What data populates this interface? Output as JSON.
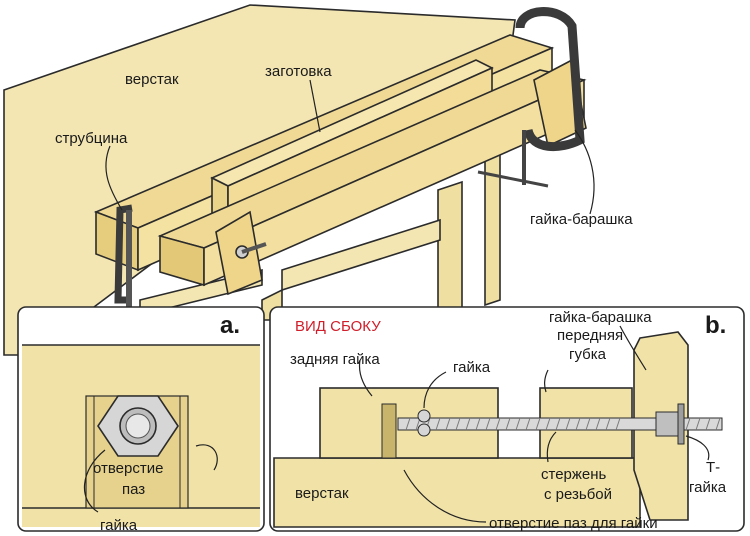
{
  "main_view": {
    "labels": {
      "workbench": "верстак",
      "workpiece": "заготовка",
      "clamp": "струбцина",
      "wing_nut": "гайка-барашка"
    }
  },
  "panel_a": {
    "letter": "a.",
    "labels": {
      "hole_slot_line1": "отверстие",
      "hole_slot_line2": "паз",
      "nut": "гайка"
    }
  },
  "panel_b": {
    "letter": "b.",
    "title": "ВИД СБОКУ",
    "labels": {
      "rear_nut": "задняя гайка",
      "nut": "гайка",
      "wing_nut": "гайка-барашка",
      "front_jaw_line1": "передняя",
      "front_jaw_line2": "губка",
      "workbench": "верстак",
      "rod_line1": "стержень",
      "rod_line2": "с резьбой",
      "t_nut_line1": "Т-",
      "t_nut_line2": "гайка",
      "hole_slot_for_nut": "отверстие паз для гайки"
    }
  },
  "colors": {
    "wood": "#f1e2a8",
    "wood_dark": "#e3cf86",
    "outline": "#2b2b2b",
    "metal": "#c9c9c9",
    "title_red": "#d01e2a"
  }
}
